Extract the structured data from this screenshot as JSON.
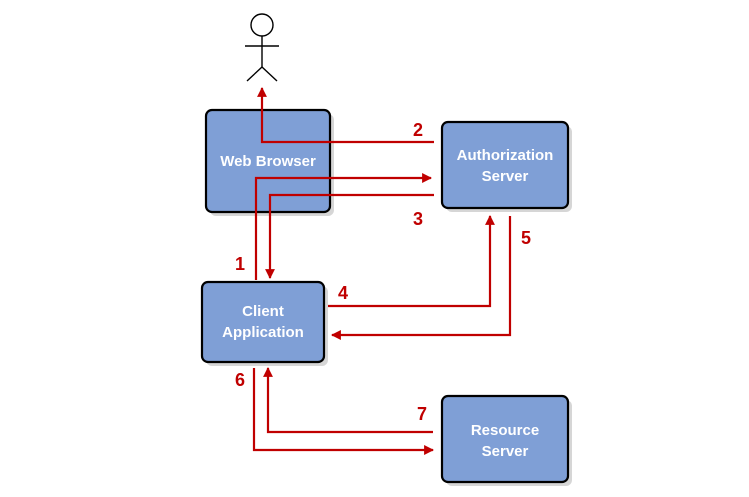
{
  "colors": {
    "node_fill": "#7f9fd6",
    "node_border": "#000000",
    "flow": "#c00000",
    "label_text": "#ffffff",
    "background": "#ffffff"
  },
  "actor": {
    "icon": "user-stick-figure-icon"
  },
  "nodes": {
    "web_browser": {
      "lines": [
        "Web Browser"
      ]
    },
    "authorization_server": {
      "lines": [
        "Authorization",
        "Server"
      ]
    },
    "client_application": {
      "lines": [
        "Client",
        "Application"
      ]
    },
    "resource_server": {
      "lines": [
        "Resource",
        "Server"
      ]
    }
  },
  "steps": {
    "s1": "1",
    "s2": "2",
    "s3": "3",
    "s4": "4",
    "s5": "5",
    "s6": "6",
    "s7": "7"
  }
}
